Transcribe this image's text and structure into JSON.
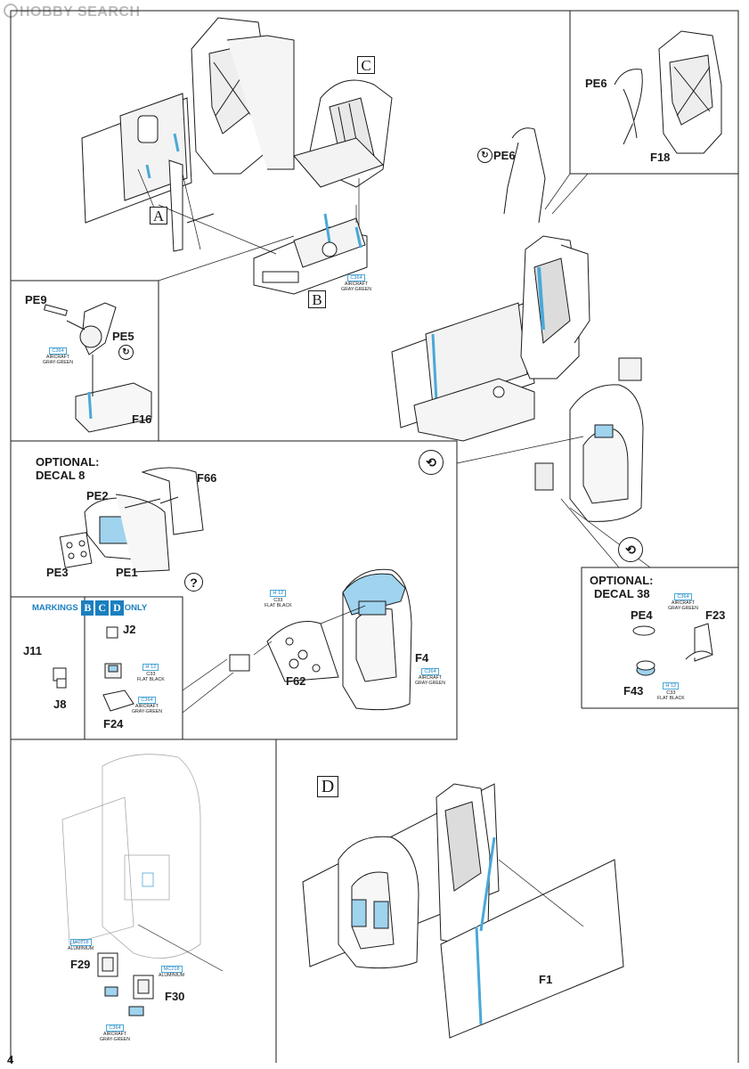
{
  "watermark": "HOBBY SEARCH",
  "page_number": "4",
  "step_labels": {
    "a": "A",
    "b": "B",
    "c": "C",
    "d": "D"
  },
  "parts": {
    "pe9": "PE9",
    "pe5": "PE5",
    "f16": "F16",
    "pe6_top": "PE6",
    "f18": "F18",
    "pe6_mid": "PE6",
    "pe2": "PE2",
    "pe3": "PE3",
    "pe1": "PE1",
    "f66": "F66",
    "j2": "J2",
    "j11": "J11",
    "j8": "J8",
    "f24": "F24",
    "f62": "F62",
    "f4": "F4",
    "pe4": "PE4",
    "f23": "F23",
    "f43": "F43",
    "f29": "F29",
    "f30": "F30",
    "f1": "F1"
  },
  "optional_decal8": {
    "line1": "OPTIONAL:",
    "line2": "DECAL 8"
  },
  "optional_decal38": {
    "line1": "OPTIONAL:",
    "line2": "DECAL 38"
  },
  "markings": {
    "prefix": "MARKINGS",
    "letters": [
      "B",
      "C",
      "D"
    ],
    "suffix": "ONLY"
  },
  "question_mark": "?",
  "paints": {
    "c364_b": {
      "code": "C364",
      "l1": "AIRCRAFT",
      "l2": "GRAY-GREEN"
    },
    "c364_pe5": {
      "code": "C364",
      "l1": "AIRCRAFT",
      "l2": "GRAY-GREEN"
    },
    "c33_f62": {
      "code": "H 12",
      "code2": "C33",
      "l1": "FLAT BLACK"
    },
    "c364_f4": {
      "code": "C364",
      "l1": "AIRCRAFT",
      "l2": "GRAY-GREEN"
    },
    "c33_j2": {
      "code": "H 12",
      "code2": "C33",
      "l1": "FLAT BLACK"
    },
    "c364_f24": {
      "code": "C364",
      "l1": "AIRCRAFT",
      "l2": "GRAY-GREEN"
    },
    "c364_f23": {
      "code": "C364",
      "l1": "AIRCRAFT",
      "l2": "GRAY-GREEN"
    },
    "c33_f43": {
      "code": "H 12",
      "code2": "C33",
      "l1": "FLAT BLACK"
    },
    "mc218_f29": {
      "code": "MC218",
      "l1": "ALUMINIUM"
    },
    "mc218_f30": {
      "code": "MC218",
      "l1": "ALUMINIUM"
    },
    "c364_f30": {
      "code": "C364",
      "l1": "AIRCRAFT",
      "l2": "GRAY-GREEN"
    }
  },
  "colors": {
    "line": "#1a1a1a",
    "accent_blue": "#9fd3ee",
    "paint_blue": "#1a7fbf",
    "watermark": "#bbbbbb"
  }
}
